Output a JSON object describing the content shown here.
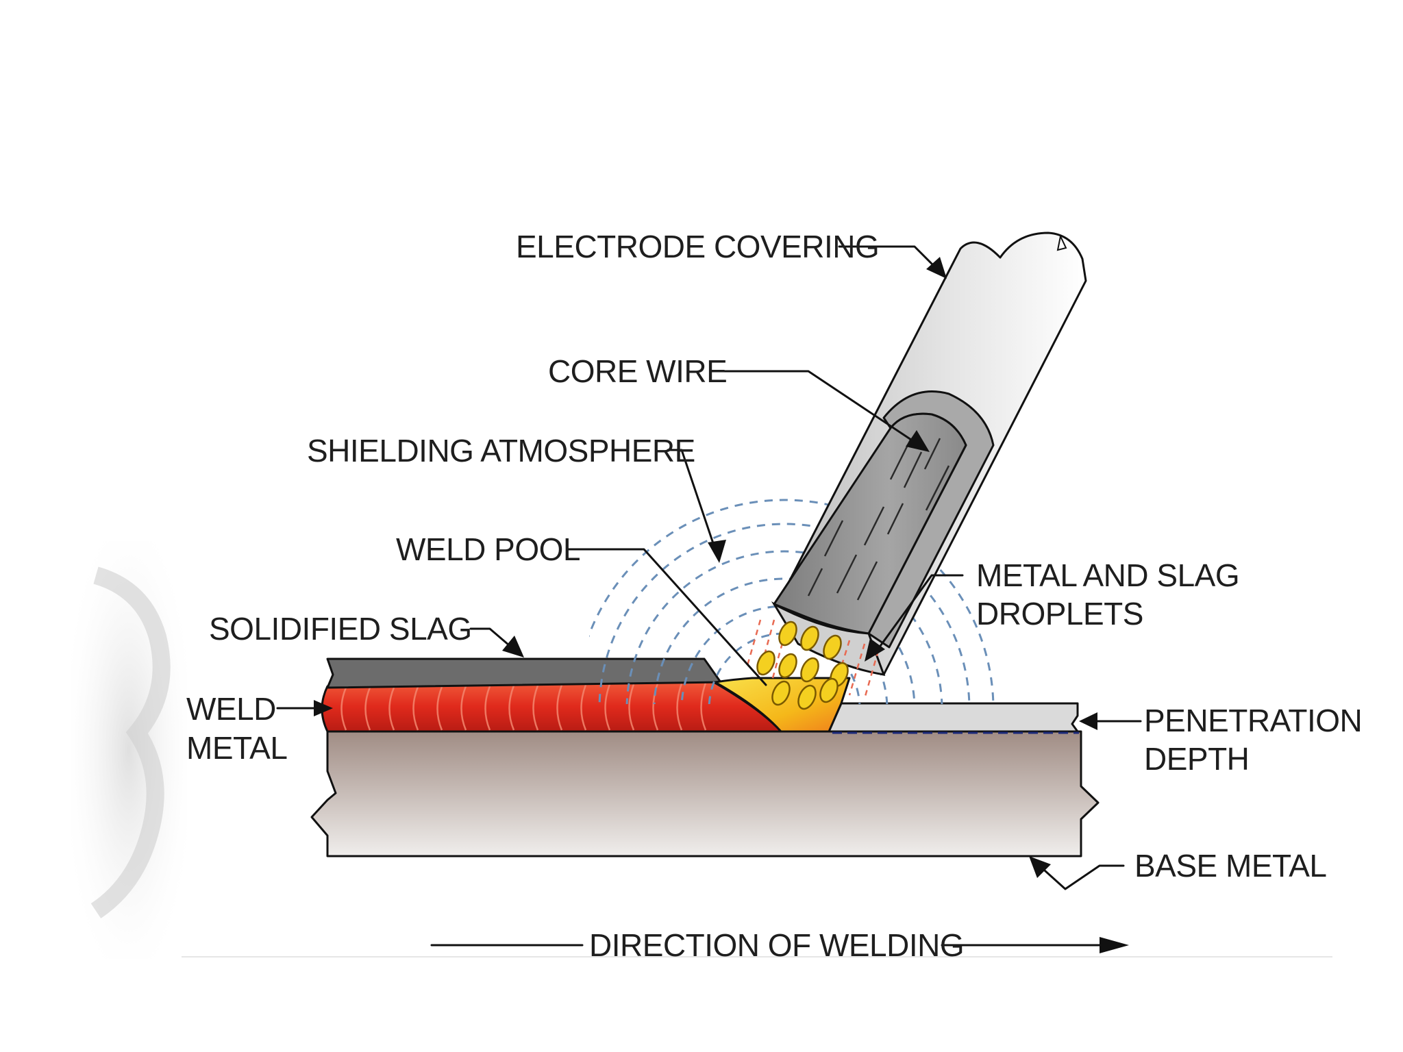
{
  "labels": {
    "electrode_covering": "ELECTRODE COVERING",
    "core_wire": "CORE WIRE",
    "shielding_atmosphere": "SHIELDING ATMOSPHERE",
    "weld_pool": "WELD POOL",
    "solidified_slag": "SOLIDIFIED SLAG",
    "weld_metal_line1": "WELD",
    "weld_metal_line2": "METAL",
    "metal_slag_line1": "METAL AND SLAG",
    "metal_slag_line2": "DROPLETS",
    "penetration_line1": "PENETRATION",
    "penetration_line2": "DEPTH",
    "base_metal": "BASE METAL",
    "direction": "DIRECTION OF WELDING"
  },
  "colors": {
    "electrode_covering": "#c9c9c9",
    "core_wire": "#8e8e8e",
    "slag": "#6e6e6e",
    "weld_metal": "#e23a24",
    "weld_pool": "#f6c21c",
    "droplets": "#f4d020",
    "shield_lines": "#6a8fb8",
    "base_metal_top": "#a8948c",
    "base_metal_bottom": "#efedeb",
    "plate": "#dcdcdc"
  }
}
